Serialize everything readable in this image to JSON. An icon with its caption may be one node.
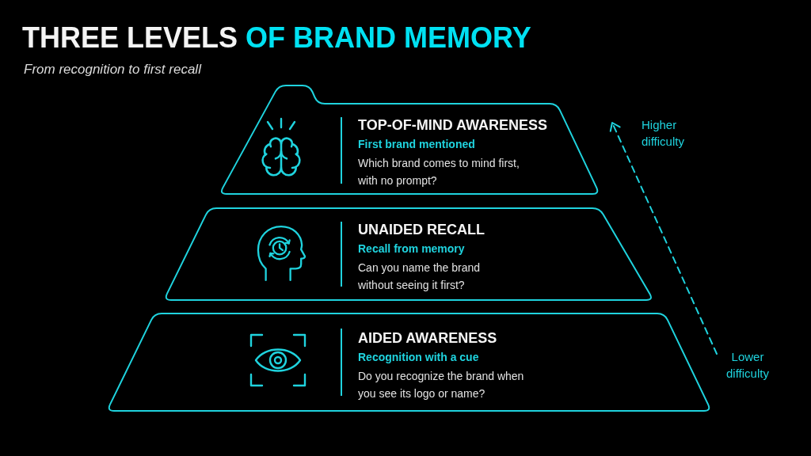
{
  "diagram": {
    "title": "THREE LEVELS **OF BRAND MEMORY**",
    "nodes": [
      {
        "text": [
          "TOP-OF-MIND AWARENESS",
          "First brand mentioned",
          "Which brand comes to mind first, with no prompt?"
        ]
      },
      {
        "text": [
          "UNAIDED RECALL",
          "Recall from memory",
          "Can you name the brand without seeing it first?"
        ]
      },
      {
        "text": [
          "AIDED AWARENESS",
          "Recognition with a cue",
          "Do you recognize the brand when you see its logo or name?"
        ]
      }
    ],
    "labels": [
      "From recognition to first recall",
      "Higher difficulty",
      "Lower difficulty"
    ]
  }
}
